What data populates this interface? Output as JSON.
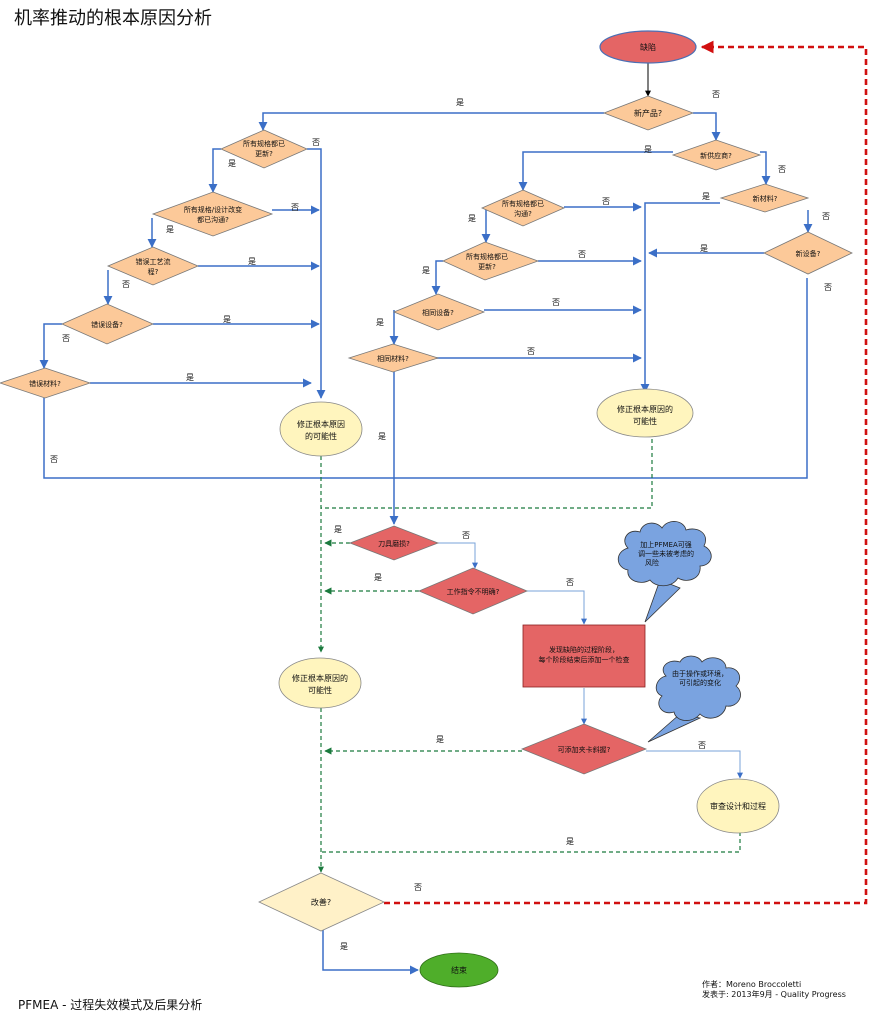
{
  "title": "机率推动的根本原因分析",
  "footer": {
    "left": "PFMEA  - 过程失效模式及后果分析",
    "author": "作者：Moreno Broccoletti",
    "published": "发表于: 2013年9月 - Quality Progress"
  },
  "nodes": {
    "start": "缺陷",
    "new_product": "新产品?",
    "left_spec_l1": "所有规格都已",
    "left_spec_l2": "更新?",
    "left_design_l1": "所有规格/设计改变",
    "left_design_l2": "都已沟通?",
    "wrong_proc_l1": "错误工艺流",
    "wrong_proc_l2": "程?",
    "wrong_equip": "错误设备?",
    "wrong_mat": "错误材料?",
    "fix_left_l1": "修正根本原因",
    "fix_left_l2": "的可能性",
    "new_supplier": "新供应商?",
    "new_material": "新材料?",
    "new_equip": "新设备?",
    "r_spec_comm_l1": "所有规格都已",
    "r_spec_comm_l2": "沟通?",
    "r_spec_upd_l1": "所有规格都已",
    "r_spec_upd_l2": "更新?",
    "same_equip": "相同设备?",
    "same_mat": "相同材料?",
    "fix_right_l1": "修正根本原因的",
    "fix_right_l2": "可能性",
    "tool_wear": "刀具磨损?",
    "work_instr": "工作指令不明确?",
    "find_stage_l1": "发现缺陷的过程阶段，",
    "find_stage_l2": "每个阶段结束后添加一个检查",
    "fix_mid_l1": "修正根本原因的",
    "fix_mid_l2": "可能性",
    "fixture": "可添加夹卡斜握?",
    "review": "审查设计和过程",
    "improve": "改善?",
    "end": "结束"
  },
  "clouds": {
    "cloud1_l1": "加上PFMEA可强",
    "cloud1_l2": "调一些未被考虑的",
    "cloud1_l3": "风险",
    "cloud2_l1": "由于操作或环境，",
    "cloud2_l2": "可引起的变化"
  },
  "labels": {
    "yes": "是",
    "no": "否"
  },
  "colors": {
    "orange_fill": "#fcc999",
    "red_fill": "#e46565",
    "yellow_fill": "#fff5be",
    "green_fill": "#4fae2a",
    "cloud_fill": "#7aa3e0",
    "blue_line": "#3b6fc7",
    "green_dash": "#1b7a3e",
    "red_dash": "#d10f0f"
  }
}
